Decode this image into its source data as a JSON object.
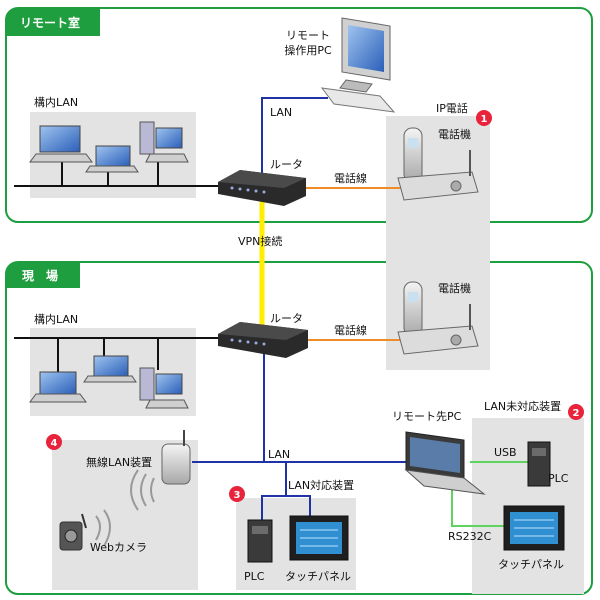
{
  "sections": {
    "remote_room": "リモート室",
    "site": "現　場"
  },
  "remote_room": {
    "pc_label_line1": "リモート",
    "pc_label_line2": "操作用PC",
    "lan_label": "LAN",
    "office_lan": "構内LAN",
    "router": "ルータ",
    "phone_line": "電話線",
    "ip_phone": "IP電話",
    "phone": "電話機"
  },
  "vpn": "VPN接続",
  "site": {
    "office_lan": "構内LAN",
    "router": "ルータ",
    "phone_line": "電話線",
    "phone": "電話機",
    "lan_label": "LAN",
    "wireless_lan": "無線LAN装置",
    "web_camera": "Webカメラ",
    "lan_device": "LAN対応装置",
    "plc": "PLC",
    "touch_panel": "タッチパネル",
    "remote_pc": "リモート先PC",
    "non_lan_device": "LAN未対応装置",
    "usb": "USB",
    "rs232c": "RS232C",
    "plc2": "PLC",
    "touch_panel2": "タッチパネル"
  },
  "badges": [
    "1",
    "2",
    "3",
    "4"
  ],
  "colors": {
    "frame_green": "#1e9e3e",
    "lan_blue": "#1f33a6",
    "vpn_yellow": "#ffee00",
    "phone_orange": "#f08c28",
    "serial_green": "#5fd35f",
    "badge_red": "#e8233c",
    "panel_gray": "#e3e3e3"
  }
}
